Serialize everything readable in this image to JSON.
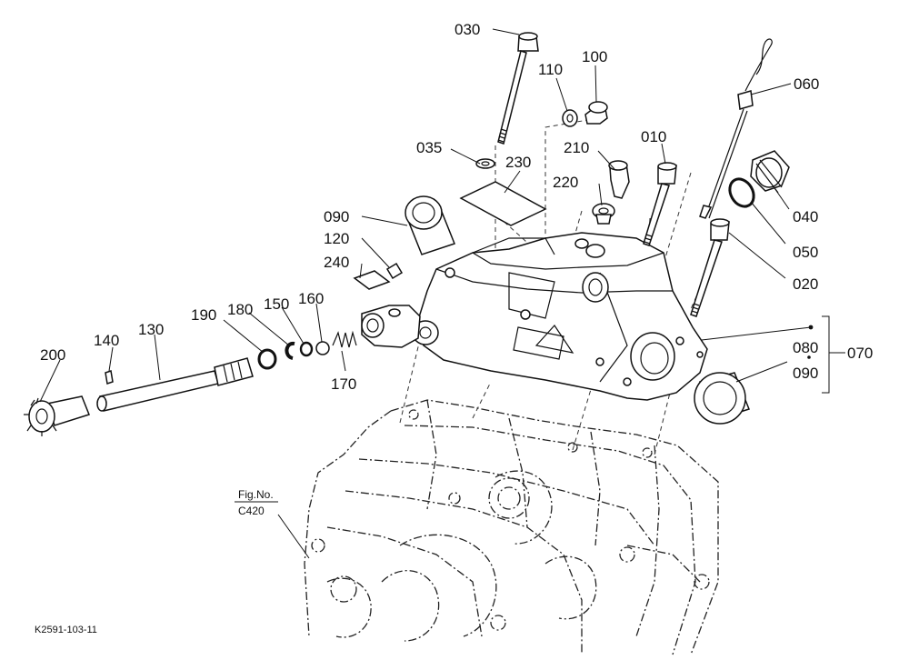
{
  "callouts": [
    {
      "id": "030",
      "text": "030"
    },
    {
      "id": "110",
      "text": "110"
    },
    {
      "id": "100",
      "text": "100"
    },
    {
      "id": "060",
      "text": "060"
    },
    {
      "id": "035",
      "text": "035"
    },
    {
      "id": "230",
      "text": "230"
    },
    {
      "id": "210",
      "text": "210"
    },
    {
      "id": "010",
      "text": "010"
    },
    {
      "id": "220",
      "text": "220"
    },
    {
      "id": "040",
      "text": "040"
    },
    {
      "id": "090a",
      "text": "090"
    },
    {
      "id": "120",
      "text": "120"
    },
    {
      "id": "240",
      "text": "240"
    },
    {
      "id": "050",
      "text": "050"
    },
    {
      "id": "020",
      "text": "020"
    },
    {
      "id": "190",
      "text": "190"
    },
    {
      "id": "180",
      "text": "180"
    },
    {
      "id": "150",
      "text": "150"
    },
    {
      "id": "160",
      "text": "160"
    },
    {
      "id": "140",
      "text": "140"
    },
    {
      "id": "130",
      "text": "130"
    },
    {
      "id": "200",
      "text": "200"
    },
    {
      "id": "170",
      "text": "170"
    },
    {
      "id": "080",
      "text": "080"
    },
    {
      "id": "070",
      "text": "070"
    },
    {
      "id": "090b",
      "text": "090"
    }
  ],
  "figure_ref": {
    "line1": "Fig.No.",
    "line2": "C420"
  },
  "drawing_code": "K2591-103-11"
}
